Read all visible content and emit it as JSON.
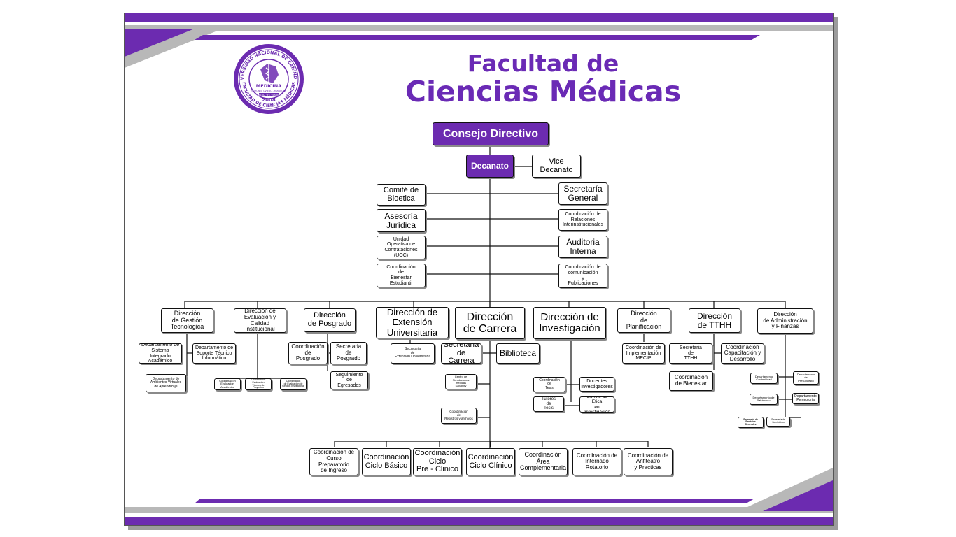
{
  "colors": {
    "purple": "#6c2bb0",
    "title_purple": "#6a2ab5",
    "gray": "#b8b8b8"
  },
  "title": {
    "line1": "Facultad de",
    "line2": "Ciencias Médicas"
  },
  "logo": {
    "ring_top": "UNIVERSIDAD NACIONAL DE CANINDEYÚ",
    "ring_bottom": "FACULTAD DE CIENCIAS MÉDICAS",
    "name": "MEDICINA",
    "city": "CORONEL OVIEDO - PARAGUAY",
    "motto": "SALUD · FE · SABER",
    "year": "2008"
  },
  "nodes": {
    "consejo": "Consejo Directivo",
    "decanato": "Decanato",
    "vice": "Vice\nDecanato",
    "comite_bio": "Comité de\nBioetica",
    "asesoria": "Asesoría\nJurídica",
    "uoc": "Unidad\nOperativa de\nContrataciones\n(UOC)",
    "coord_bienestar_est": "Coordinación\nde\nBienestar\nEstudiantil",
    "secretaria_gral": "Secretaría\nGeneral",
    "coord_relaciones": "Coordinación de\nRelaciones\nInterinstitucionales",
    "auditoria": "Auditoria\nInterna",
    "coord_comunicacion": "Coordinación de\ncomunicación\ny\nPublicaciones",
    "dir_gestion": "Dirección\nde Gestión\nTecnologica",
    "dir_evaluacion": "Dirección de\nEvaluación y\nCalidad Institucional",
    "dir_posgrado": "Dirección\nde Posgrado",
    "dir_extension": "Dirección de\nExtensión\nUniversitaria",
    "dir_carrera": "Dirección\nde Carrera",
    "dir_investigacion": "Dirección de\nInvestigación",
    "dir_planificacion": "Dirección\nde\nPlanificación",
    "dir_tthh": "Dirección\nde TTHH",
    "dir_admin": "Dirección\nde Administración\ny Finanzas",
    "dep_sistema": "Departamento de\nSistema Integrado\nAcadémico",
    "dep_soporte": "Departamento de\nSoporte Técnico\nInformático",
    "dep_ambientes": "Departamento de\nAmbientes Virtuales\nde Aprendizaje",
    "coord_eval_acad": "Coordinación\nEvaluación\nAcadémica",
    "coord_eval_proy": "Coordinación\nEvaluación\nTécnica de Proyectos",
    "coord_eval_inst": "Coordinación\nde Evaluación de\nGestión Institucional",
    "coord_posgrado": "Coordinación\nde\nPosgrado",
    "sec_posgrado": "Secretaria\nde\nPosgrado",
    "seg_egresados": "Seguimiento\nde\nEgresados",
    "sec_extension": "Secretaria\nde\nExtensión Universitaria",
    "sec_carrera": "Secretaría\nde Carrera",
    "biblioteca": "Biblioteca",
    "centro_sim": "Centro de\nSimulaciones médicas\nKatupyry",
    "coord_registros": "Coordinación\nde\nRegistros y archivos",
    "coord_tesis": "Coordinación\nde\nTesis",
    "tutores_tesis": "Tutores\nde\nTesis",
    "docentes_inv": "Docentes\nInvestigadores",
    "comite_etica": "Comite de\nÉtica\nen Investigación",
    "coord_mecip": "Coordinación de\nImplementación\nMECIP",
    "sec_tthh": "Secretaria\nde\nTTHH",
    "coord_capacitacion": "Coordinación\nCapacitación y\nDesarrollo",
    "coord_bienestar": "Coordinación\nde Bienestar",
    "dep_contabilidad": "Departamento\nContabilidad",
    "dep_presupuesto": "Departamento\nde\nPresupuesto",
    "dep_patrimonio": "Departamento de\nPatrimonio",
    "dep_perceptoria": "Departamento\nPerceptoria",
    "sec_servicios": "Secretaría de\nServicios\nGenerales",
    "sec_suministros": "Secretaría de\nSuministros",
    "coord_curso": "Coordinación de\nCurso Preparatorio\nde Ingreso",
    "coord_basico": "Coordinación\nCiclo Básico",
    "coord_preclinico": "Coordinación\nCiclo\nPre - Clinico",
    "coord_clinico": "Coordinación\nCiclo Clínico",
    "coord_area": "Coordinación\nÁrea\nComplementaria",
    "coord_internado": "Coordinación de\nInternado\nRotatorio",
    "coord_anfiteatro": "Coordinación de\nAnfiteatro\ny Practicas"
  }
}
